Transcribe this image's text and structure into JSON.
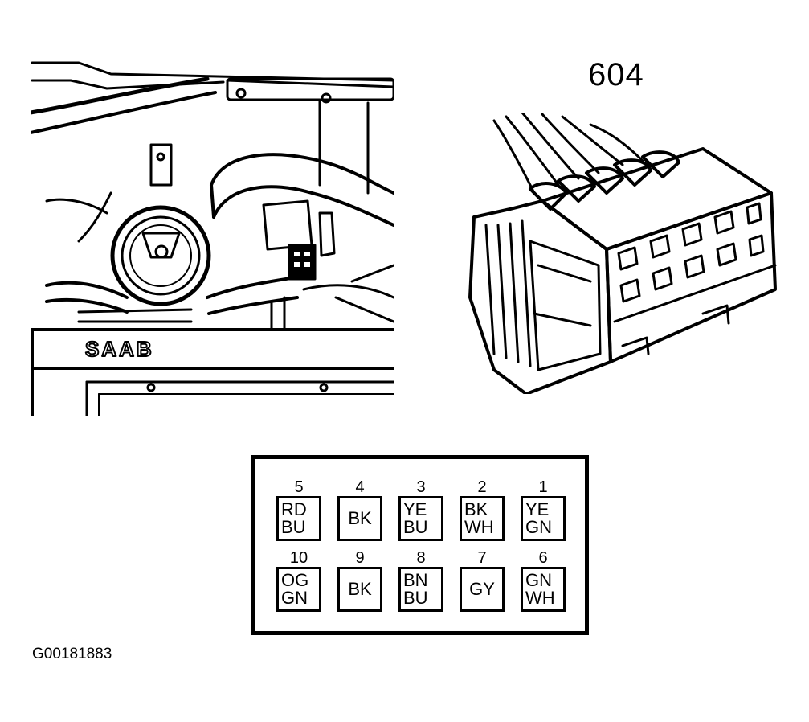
{
  "connector": {
    "number": "604"
  },
  "engine_view": {
    "logo_text": "SAAB"
  },
  "pinout": {
    "rows": [
      {
        "pins": [
          {
            "pin": "5",
            "line1": "RD",
            "line2": "BU"
          },
          {
            "pin": "4",
            "line1": "BK",
            "line2": ""
          },
          {
            "pin": "3",
            "line1": "YE",
            "line2": "BU"
          },
          {
            "pin": "2",
            "line1": "BK",
            "line2": "WH"
          },
          {
            "pin": "1",
            "line1": "YE",
            "line2": "GN"
          }
        ]
      },
      {
        "pins": [
          {
            "pin": "10",
            "line1": "OG",
            "line2": "GN"
          },
          {
            "pin": "9",
            "line1": "BK",
            "line2": ""
          },
          {
            "pin": "8",
            "line1": "BN",
            "line2": "BU"
          },
          {
            "pin": "7",
            "line1": "GY",
            "line2": ""
          },
          {
            "pin": "6",
            "line1": "GN",
            "line2": "WH"
          }
        ]
      }
    ]
  },
  "figure": {
    "id": "G00181883"
  }
}
